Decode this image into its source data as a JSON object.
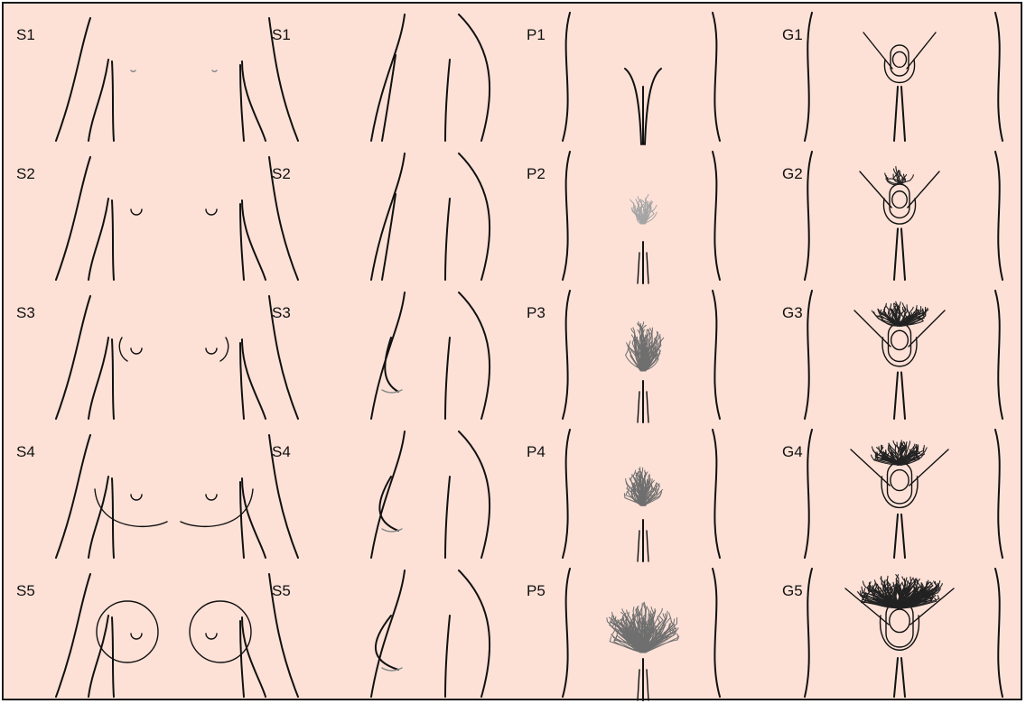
{
  "colors": {
    "background": "#fde1d7",
    "line": "#111111",
    "hair": "#6f6f6f"
  },
  "columns": [
    {
      "id": "breast-front",
      "labels": [
        "S1",
        "S2",
        "S3",
        "S4",
        "S5"
      ]
    },
    {
      "id": "breast-side",
      "labels": [
        "S1",
        "S2",
        "S3",
        "S4",
        "S5"
      ]
    },
    {
      "id": "pubic-hair",
      "labels": [
        "P1",
        "P2",
        "P3",
        "P4",
        "P5"
      ]
    },
    {
      "id": "genital",
      "labels": [
        "G1",
        "G2",
        "G3",
        "G4",
        "G5"
      ]
    }
  ]
}
